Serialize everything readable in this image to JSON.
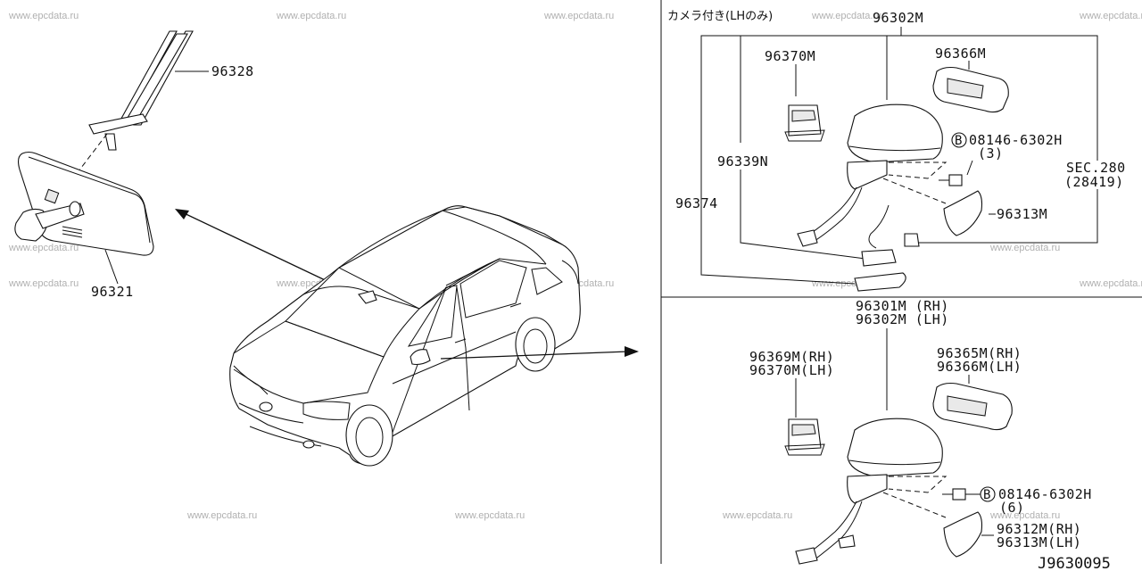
{
  "watermark": "www.epcdata.ru",
  "diagram_code": "J9630095",
  "left": {
    "labels": {
      "rail": "96328",
      "mirror": "96321"
    }
  },
  "upper_right": {
    "note": "カメラ付き(LHのみ)",
    "assembly": "96302M",
    "cover": "96366M",
    "motor": "96370M",
    "harness": "96339N",
    "camera": "96374",
    "bolt_code": "08146-6302H",
    "bolt_qty": "(3)",
    "sec": "SEC.280",
    "sec_ref": "(28419)",
    "lower_cover": "96313M",
    "bolt_badge": "B"
  },
  "lower_right": {
    "assembly_rh": "96301M (RH)",
    "assembly_lh": "96302M (LH)",
    "motor_rh": "96369M(RH)",
    "motor_lh": "96370M(LH)",
    "cover_rh": "96365M(RH)",
    "cover_lh": "96366M(LH)",
    "bolt_code": "08146-6302H",
    "bolt_qty": "(6)",
    "lower_rh": "96312M(RH)",
    "lower_lh": "96313M(LH)",
    "bolt_badge": "B"
  }
}
